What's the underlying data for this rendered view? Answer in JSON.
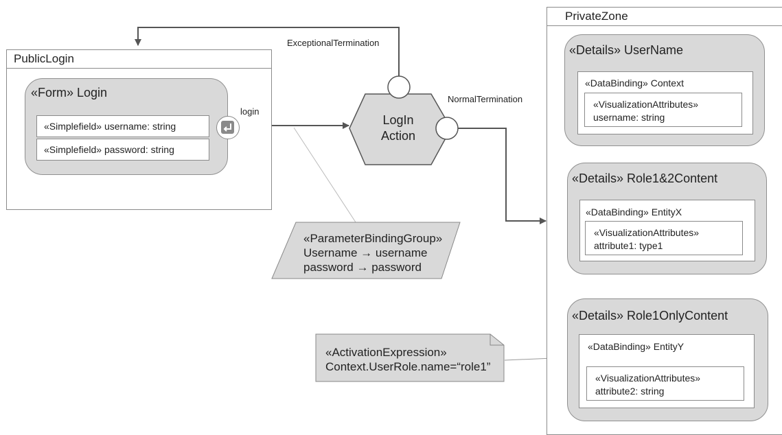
{
  "public_login": {
    "title": "PublicLogin",
    "form_title": "«Form» Login",
    "fields": [
      "«Simplefield» username: string",
      "«Simplefield» password: string"
    ],
    "login_label": "login"
  },
  "action": {
    "label_line1": "LogIn",
    "label_line2": "Action",
    "exceptional_label": "ExceptionalTermination",
    "normal_label": "NormalTermination"
  },
  "parameter_binding": {
    "line1": "«ParameterBindingGroup»",
    "line2": "Username → username",
    "line3": "password → password"
  },
  "activation": {
    "line1": "«ActivationExpression»",
    "line2": "Context.UserRole.name=“role1”"
  },
  "private_zone": {
    "title": "PrivateZone",
    "details": [
      {
        "title": "«Details» UserName",
        "binding": "«DataBinding» Context",
        "viz_line1": "«VisualizationAttributes»",
        "viz_line2": "username: string"
      },
      {
        "title": "«Details» Role1&2Content",
        "binding": "«DataBinding» EntityX",
        "viz_line1": "«VisualizationAttributes»",
        "viz_line2": "attribute1: type1"
      },
      {
        "title": "«Details» Role1OnlyContent",
        "binding": "«DataBinding» EntityY",
        "viz_line1": "«VisualizationAttributes»",
        "viz_line2": "attribute2: string"
      }
    ]
  }
}
